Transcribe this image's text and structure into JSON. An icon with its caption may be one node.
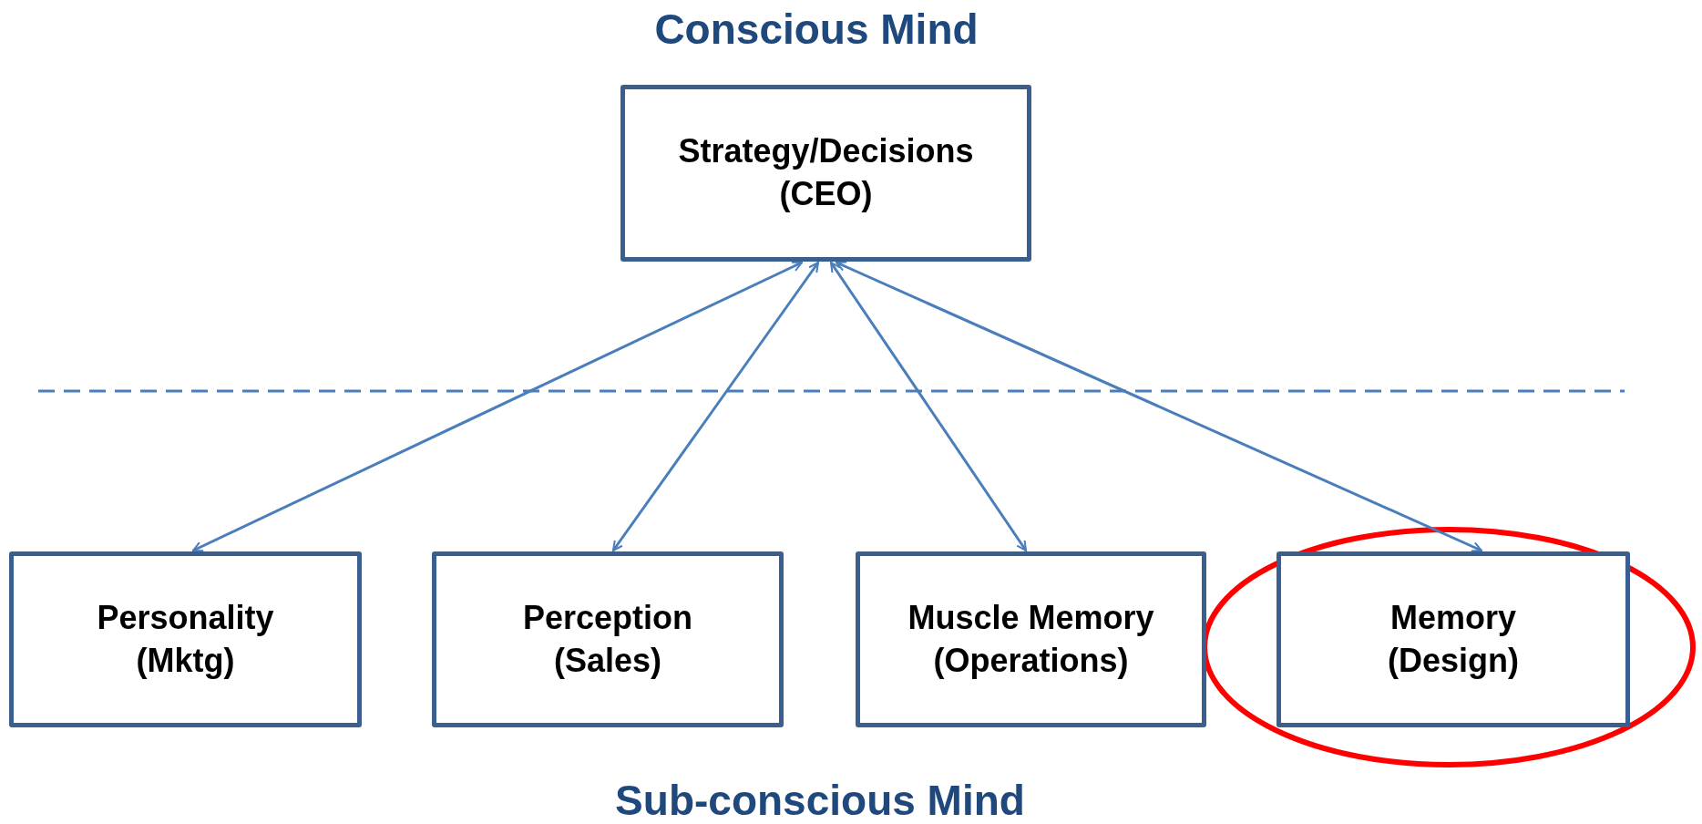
{
  "diagram": {
    "title": "Conscious Mind",
    "nodes": [
      {
        "text": [
          "Strategy/Decisions (CEO)"
        ]
      },
      {
        "text": [
          "Personality (Mktg)"
        ]
      },
      {
        "text": [
          "Perception (Sales)"
        ]
      },
      {
        "text": [
          "Muscle Memory (Operations)"
        ]
      },
      {
        "text": [
          "Memory (Design)"
        ]
      }
    ],
    "edges": [
      {
        "from": 0,
        "to": 1,
        "arrow": "both"
      },
      {
        "from": 0,
        "to": 2,
        "arrow": "both"
      },
      {
        "from": 0,
        "to": 3,
        "arrow": "both"
      },
      {
        "from": 0,
        "to": 4,
        "arrow": "both"
      }
    ],
    "labels": [
      "Sub-conscious Mind"
    ]
  }
}
